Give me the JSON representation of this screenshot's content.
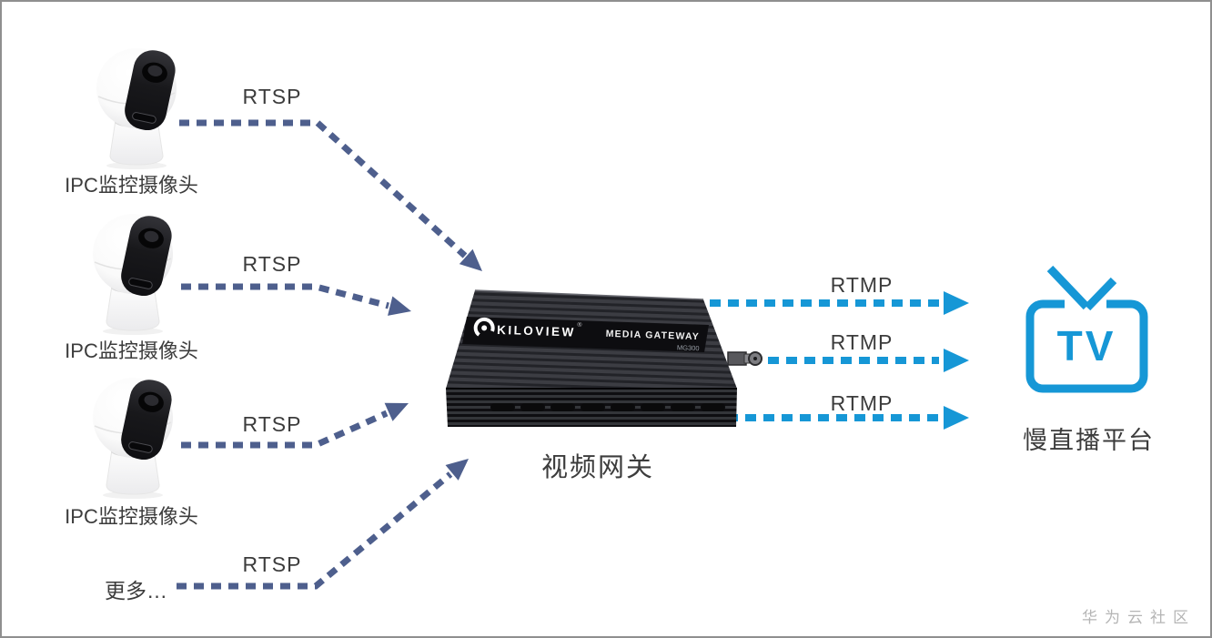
{
  "sources": [
    {
      "label": "IPC监控摄像头",
      "protocol": "RTSP"
    },
    {
      "label": "IPC监控摄像头",
      "protocol": "RTSP"
    },
    {
      "label": "IPC监控摄像头",
      "protocol": "RTSP"
    },
    {
      "label": "更多…",
      "protocol": "RTSP"
    }
  ],
  "gateway": {
    "label": "视频网关",
    "brand": "KILOVIEW",
    "reg_mark": "®",
    "product": "MEDIA GATEWAY",
    "model": "MG300"
  },
  "outputs": [
    {
      "protocol": "RTMP"
    },
    {
      "protocol": "RTMP"
    },
    {
      "protocol": "RTMP"
    }
  ],
  "destination": {
    "icon_text": "TV",
    "label": "慢直播平台"
  },
  "watermark": "华为云社区",
  "colors": {
    "rtsp_arrow": "#4e5f8d",
    "rtmp_arrow": "#1697d6",
    "tv_blue": "#1697d6",
    "label_text": "#3c3c3c",
    "watermark": "#b5b5b5",
    "border": "#8f8f8f"
  }
}
